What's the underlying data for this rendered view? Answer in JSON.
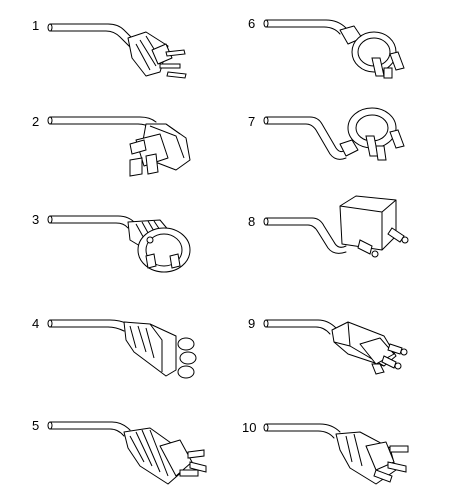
{
  "plugs": [
    {
      "number": "1",
      "icon": "plug-type-1-icon"
    },
    {
      "number": "2",
      "icon": "plug-type-2-icon"
    },
    {
      "number": "3",
      "icon": "plug-type-3-icon"
    },
    {
      "number": "4",
      "icon": "plug-type-4-icon"
    },
    {
      "number": "5",
      "icon": "plug-type-5-icon"
    },
    {
      "number": "6",
      "icon": "plug-type-6-icon"
    },
    {
      "number": "7",
      "icon": "plug-type-7-icon"
    },
    {
      "number": "8",
      "icon": "plug-type-8-icon"
    },
    {
      "number": "9",
      "icon": "plug-type-9-icon"
    },
    {
      "number": "10",
      "icon": "plug-type-10-icon"
    }
  ]
}
